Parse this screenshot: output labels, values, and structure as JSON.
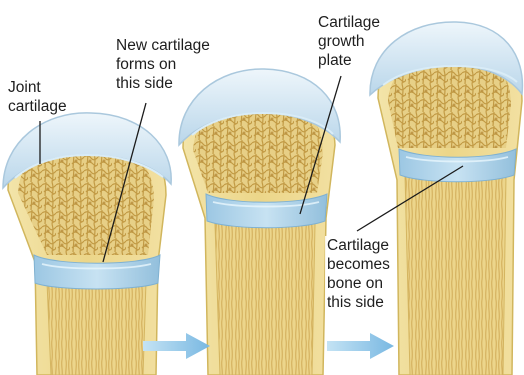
{
  "labels": {
    "joint_cartilage": "Joint\ncartilage",
    "new_cartilage": "New cartilage\nforms on\nthis side",
    "growth_plate": "Cartilage\ngrowth\nplate",
    "becomes_bone": "Cartilage\nbecomes\nbone on\nthis side"
  },
  "colors": {
    "joint_cartilage": "#cfe0ee",
    "growth_plate": "#9fc6e0",
    "spongy_bone": "#cda653",
    "compact_bone": "#eed88d",
    "marrow_cavity": "#e7cd84",
    "arrow": "#93c8e8"
  },
  "stages": [
    "young-bone",
    "growing-bone",
    "mature-growing-bone"
  ]
}
